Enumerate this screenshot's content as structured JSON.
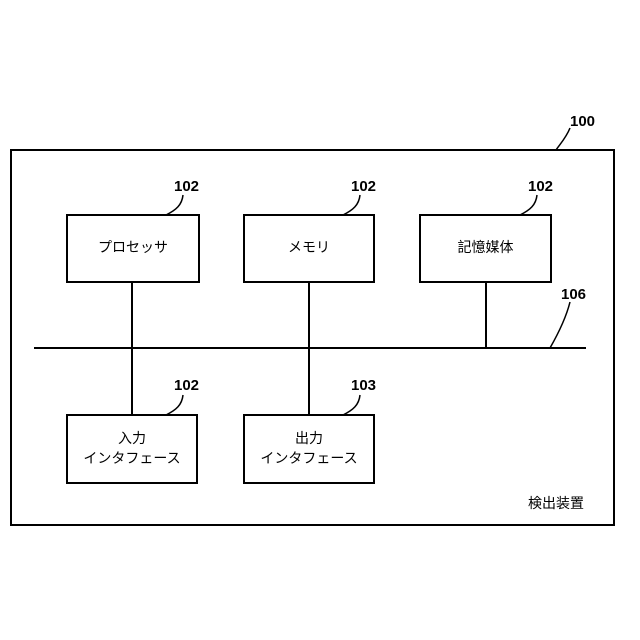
{
  "device": {
    "ref": "100",
    "label": "検出装置"
  },
  "bus": {
    "ref": "106"
  },
  "components": [
    {
      "id": "processor",
      "ref": "102",
      "lines": [
        "プロセッサ"
      ]
    },
    {
      "id": "memory",
      "ref": "102",
      "lines": [
        "メモリ"
      ]
    },
    {
      "id": "storage-medium",
      "ref": "102",
      "lines": [
        "記憶媒体"
      ]
    },
    {
      "id": "input-interface",
      "ref": "102",
      "lines": [
        "入力",
        "インタフェース"
      ]
    },
    {
      "id": "output-interface",
      "ref": "103",
      "lines": [
        "出力",
        "インタフェース"
      ]
    }
  ]
}
